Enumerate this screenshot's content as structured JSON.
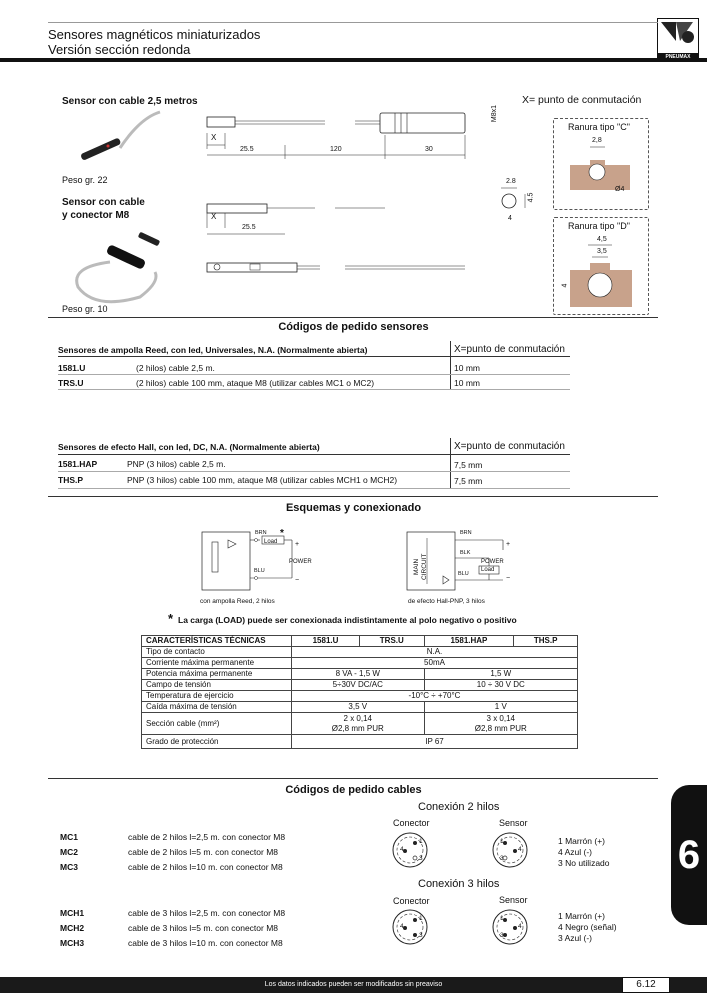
{
  "header": {
    "title_line1": "Sensores magnéticos miniaturizados",
    "title_line2": "Versión sección redonda",
    "logo_text": "PNEUMAX"
  },
  "figures": {
    "sensor_cable_title": "Sensor con cable 2,5 metros",
    "x_note": "X= punto de conmutación",
    "weight1": "Peso gr. 22",
    "sensor_connector_title_1": "Sensor con cable",
    "sensor_connector_title_2": "y conector M8",
    "weight2": "Peso gr. 10",
    "dim_x": "X",
    "dim_255": "25.5",
    "dim_120": "120",
    "dim_30": "30",
    "dim_m8": "M8x1",
    "dim_255b": "25.5",
    "dim_28": "2.8",
    "dim_45": "4.5",
    "dim_4": "4",
    "ranura_c": "Ranura tipo \"C\"",
    "c_dim_28": "2,8",
    "c_dim_o4": "Ø4",
    "ranura_d": "Ranura tipo \"D\"",
    "d_dim_45": "4,5",
    "d_dim_35": "3,5",
    "d_dim_4": "4"
  },
  "sensor_codes": {
    "title": "Códigos de pedido sensores",
    "reed_header": "Sensores de ampolla Reed, con led, Universales, N.A. (Normalmente abierta)",
    "reed_x_header": "X=punto de conmutación",
    "reed_rows": [
      {
        "code": "1581.U",
        "desc": "(2 hilos) cable 2,5 m.",
        "x": "10 mm"
      },
      {
        "code": "TRS.U",
        "desc": "(2 hilos) cable 100 mm, ataque M8 (utilizar cables  MC1 o MC2)",
        "x": "10 mm"
      }
    ],
    "hall_header": "Sensores de efecto Hall, con led, DC, N.A. (Normalmente abierta)",
    "hall_x_header": "X=punto de conmutación",
    "hall_rows": [
      {
        "code": "1581.HAP",
        "desc": "PNP  (3 hilos) cable 2,5 m.",
        "x": "7,5 mm"
      },
      {
        "code": "THS.P",
        "desc": "PNP  (3 hilos) cable 100 mm, ataque M8 (utilizar cables MCH1 o MCH2)",
        "x": "7,5 mm"
      }
    ]
  },
  "schematics": {
    "title": "Esquemas y conexionado",
    "reed_brn": "BRN",
    "reed_load": "Load",
    "reed_power": "POWER",
    "reed_blu": "BLU",
    "reed_plus": "+",
    "reed_minus": "−",
    "reed_star": "*",
    "reed_caption": "con ampolla Reed, 2 hilos",
    "hall_brn": "BRN",
    "hall_blk": "BLK",
    "hall_blu": "BLU",
    "hall_load": "Load",
    "hall_power": "POWER",
    "hall_main": "MAIN",
    "hall_circuit": "CIRCUIT",
    "hall_plus": "+",
    "hall_minus": "−",
    "hall_caption": "de efecto Hall-PNP, 3 hilos",
    "note_star": "*",
    "note": "La carga (LOAD) puede ser conexionada indistintamente al polo negativo o positivo"
  },
  "spec_table": {
    "headers": [
      "CARACTERÍSTICAS TÉCNICAS",
      "1581.U",
      "TRS.U",
      "1581.HAP",
      "THS.P"
    ],
    "contact_label": "Tipo de contacto",
    "contact_val": "N.A.",
    "current_label": "Corriente máxima permanente",
    "current_val": "50mA",
    "power_label": "Potencia máxima permanente",
    "power_reed": "8 VA - 1,5 W",
    "power_hall": "1,5 W",
    "voltage_label": "Campo de tensión",
    "voltage_reed": "5÷30V DC/AC",
    "voltage_hall": "10 ÷ 30 V DC",
    "temp_label": "Temperatura de ejercicio",
    "temp_val": "-10°C ÷ +70°C",
    "drop_label": "Caída máxima de tensión",
    "drop_reed": "3,5 V",
    "drop_hall": "1 V",
    "section_label": "Sección cable (mm²)",
    "section_reed_1": "2 x 0,14",
    "section_reed_2": "Ø2,8 mm PUR",
    "section_hall_1": "3 x 0,14",
    "section_hall_2": "Ø2,8 mm PUR",
    "ip_label": "Grado de protección",
    "ip_val": "IP 67"
  },
  "cable_codes": {
    "title": "Códigos de pedido cables",
    "two_wire_title": "Conexión 2 hilos",
    "three_wire_title": "Conexión 3 hilos",
    "conector": "Conector",
    "sensor": "Sensor",
    "conector2": "Conector",
    "sensor2": "Sensor",
    "two_wire_rows": [
      {
        "code": "MC1",
        "desc": "cable de 2 hilos l=2,5 m. con conector M8"
      },
      {
        "code": "MC2",
        "desc": "cable de 2 hilos l=5 m. con conector M8"
      },
      {
        "code": "MC3",
        "desc": "cable de 2 hilos l=10 m. con conector M8"
      }
    ],
    "two_wire_legend": [
      "1 Marrón (+)",
      "4 Azul (-)",
      "3 No utilizado"
    ],
    "three_wire_rows": [
      {
        "code": "MCH1",
        "desc": "cable de 3 hilos l=2,5 m. con conector M8"
      },
      {
        "code": "MCH2",
        "desc": "cable de 3 hilos l=5 m. con conector M8"
      },
      {
        "code": "MCH3",
        "desc": "cable de 3 hilos l=10 m. con conector M8"
      }
    ],
    "three_wire_legend": [
      "1 Marrón (+)",
      "4 Negro (señal)",
      "3 Azul (-)"
    ],
    "pin1": "1",
    "pin3": "3",
    "pin4": "4"
  },
  "side_tab": "6",
  "footer": {
    "note": "Los datos indicados pueden ser modificados sin preaviso",
    "page": "6.12"
  }
}
